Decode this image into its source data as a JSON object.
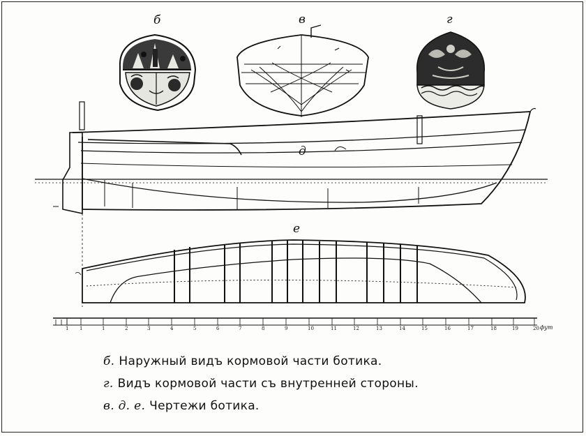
{
  "figure_labels": {
    "b": "б",
    "v": "в",
    "g": "г",
    "d": "д",
    "e": "е"
  },
  "scale": {
    "numbers": [
      "1",
      "1",
      "1",
      "2",
      "3",
      "4",
      "5",
      "6",
      "7",
      "8",
      "9",
      "10",
      "11",
      "12",
      "13",
      "14",
      "15",
      "16",
      "17",
      "18",
      "19",
      "20"
    ],
    "unit": "фут"
  },
  "captions": [
    {
      "label": "б.",
      "text": "Наружный видъ кормовой части ботика."
    },
    {
      "label": "г.",
      "text": "Видъ кормовой части съ внутренней стороны."
    },
    {
      "label": "в. д. е.",
      "text": "Чертежи ботика."
    }
  ]
}
